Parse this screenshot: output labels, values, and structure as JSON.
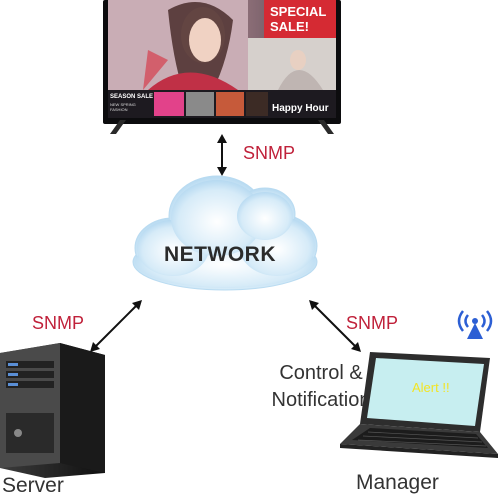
{
  "display": {
    "promo_title": "SPECIAL SALE!",
    "season_title": "SEASON SALE",
    "season_subtitle": "NEW SPRING FASHION",
    "happy_hour": "Happy Hour"
  },
  "links": {
    "display_network": "SNMP",
    "server_network": "SNMP",
    "manager_network": "SNMP"
  },
  "network": {
    "label": "NETWORK"
  },
  "control": {
    "line1": "Control &",
    "line2": "Notification"
  },
  "server": {
    "label": "Server"
  },
  "manager": {
    "label": "Manager",
    "alert_text": "Alert !!"
  },
  "colors": {
    "snmp_text": "#c0213a",
    "cloud_fill": "#cfe6f6",
    "promo_red": "#d52a33",
    "alert_yellow": "#f3e423",
    "wifi_blue": "#2c5fd4"
  }
}
